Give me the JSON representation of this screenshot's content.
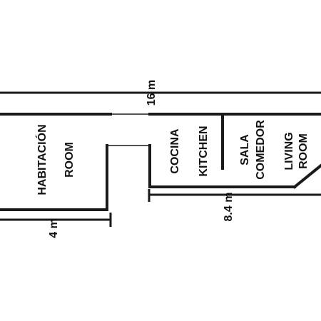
{
  "dimensions": {
    "total_length": "16 m",
    "room_width": "4 m",
    "kitchen_living_width": "8.4 m"
  },
  "rooms": {
    "bedroom": {
      "line1": "HABITACIÓN",
      "line2": "ROOM"
    },
    "kitchen": {
      "line1": "COCINA",
      "line2": "KITCHEN"
    },
    "dining": {
      "line1": "SALA",
      "line2": "COMEDOR"
    },
    "living": {
      "line1": "LIVING",
      "line2": "ROOM"
    }
  }
}
